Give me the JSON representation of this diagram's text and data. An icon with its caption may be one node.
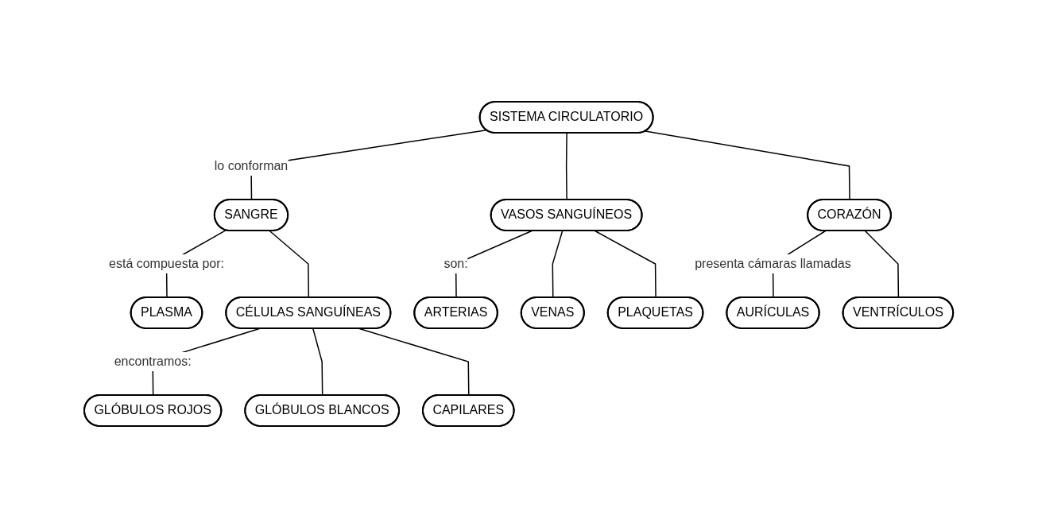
{
  "diagram": {
    "nodes": [
      {
        "text": [
          "SISTEMA CIRCULATORIO"
        ]
      },
      {
        "text": [
          "SANGRE"
        ]
      },
      {
        "text": [
          "VASOS SANGUÍNEOS"
        ]
      },
      {
        "text": [
          "CORAZÓN"
        ]
      },
      {
        "text": [
          "PLASMA"
        ]
      },
      {
        "text": [
          "CÉLULAS SANGUÍNEAS"
        ]
      },
      {
        "text": [
          "ARTERIAS"
        ]
      },
      {
        "text": [
          "VENAS"
        ]
      },
      {
        "text": [
          "AURÍCULAS"
        ]
      },
      {
        "text": [
          "VENTRÍCULOS"
        ]
      },
      {
        "text": [
          "GLÓBULOS ROJOS"
        ]
      },
      {
        "text": [
          "GLÓBULOS BLANCOS"
        ]
      },
      {
        "text": [
          "PLAQUETAS"
        ]
      },
      {
        "text": [
          "CAPILARES"
        ]
      }
    ],
    "edges": [
      {
        "from": 0,
        "to": 1,
        "arrow": "none",
        "label": "lo conforman"
      },
      {
        "from": 0,
        "to": 2,
        "arrow": "none"
      },
      {
        "from": 0,
        "to": 3,
        "arrow": "none"
      },
      {
        "from": 1,
        "to": 4,
        "arrow": "none",
        "label": "está compuesta por:"
      },
      {
        "from": 1,
        "to": 5,
        "arrow": "none"
      },
      {
        "from": 2,
        "to": 6,
        "arrow": "none",
        "label": "son:"
      },
      {
        "from": 2,
        "to": 7,
        "arrow": "none"
      },
      {
        "from": 2,
        "to": 12,
        "arrow": "none"
      },
      {
        "from": 3,
        "to": 8,
        "arrow": "none",
        "label": "presenta cámaras llamadas"
      },
      {
        "from": 3,
        "to": 9,
        "arrow": "none"
      },
      {
        "from": 5,
        "to": 10,
        "arrow": "none",
        "label": "encontramos:"
      },
      {
        "from": 5,
        "to": 11,
        "arrow": "none"
      },
      {
        "from": 5,
        "to": 13,
        "arrow": "none"
      }
    ]
  }
}
